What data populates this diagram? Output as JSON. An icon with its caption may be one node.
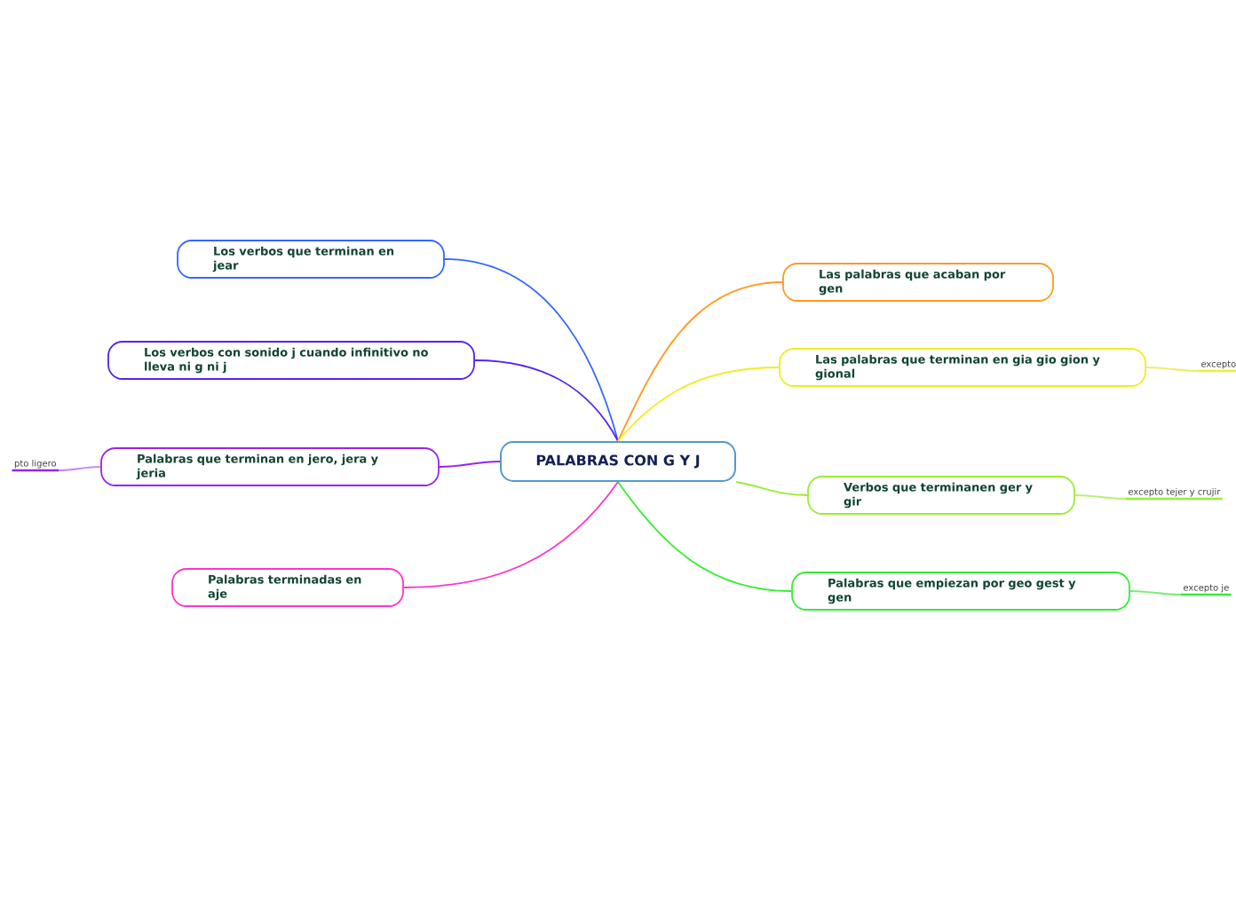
{
  "diagram": {
    "nodes": [
      {
        "text": [
          "PALABRAS CON G Y J"
        ]
      },
      {
        "text": [
          "Los verbos que terminan en jear"
        ]
      },
      {
        "text": [
          "Los verbos con sonido j cuando infinitivo no lleva ni g ni j"
        ]
      },
      {
        "text": [
          "Palabras que terminan en jero, jera y jeria"
        ]
      },
      {
        "text": [
          "Palabras terminadas en aje"
        ]
      },
      {
        "text": [
          "Las palabras que acaban por gen"
        ]
      },
      {
        "text": [
          "Las palabras que terminan en gia gio gion y gional"
        ]
      },
      {
        "text": [
          "Verbos que terminanen ger y gir"
        ]
      },
      {
        "text": [
          "Palabras que empiezan por geo gest y gen"
        ]
      },
      {
        "text": [
          "pto ligero"
        ]
      },
      {
        "text": [
          "excepto"
        ]
      },
      {
        "text": [
          "excepto tejer y crujir"
        ]
      },
      {
        "text": [
          "excepto je"
        ]
      }
    ],
    "edges": [
      {
        "from": 0,
        "to": 1,
        "arrow": "none",
        "color": "#3366ff"
      },
      {
        "from": 0,
        "to": 2,
        "arrow": "none",
        "color": "#5522ee"
      },
      {
        "from": 0,
        "to": 3,
        "arrow": "none",
        "color": "#9922ee"
      },
      {
        "from": 0,
        "to": 4,
        "arrow": "none",
        "color": "#ff33cc"
      },
      {
        "from": 0,
        "to": 5,
        "arrow": "none",
        "color": "#ff9922"
      },
      {
        "from": 0,
        "to": 6,
        "arrow": "none",
        "color": "#eeee22"
      },
      {
        "from": 0,
        "to": 7,
        "arrow": "none",
        "color": "#99ee33"
      },
      {
        "from": 0,
        "to": 8,
        "arrow": "none",
        "color": "#33ee33"
      },
      {
        "from": 3,
        "to": 9,
        "arrow": "none",
        "color": "#cc88ee"
      },
      {
        "from": 6,
        "to": 10,
        "arrow": "none",
        "color": "#eeee66"
      },
      {
        "from": 7,
        "to": 11,
        "arrow": "none",
        "color": "#bbee77"
      },
      {
        "from": 8,
        "to": 12,
        "arrow": "none",
        "color": "#77ee77"
      }
    ]
  }
}
